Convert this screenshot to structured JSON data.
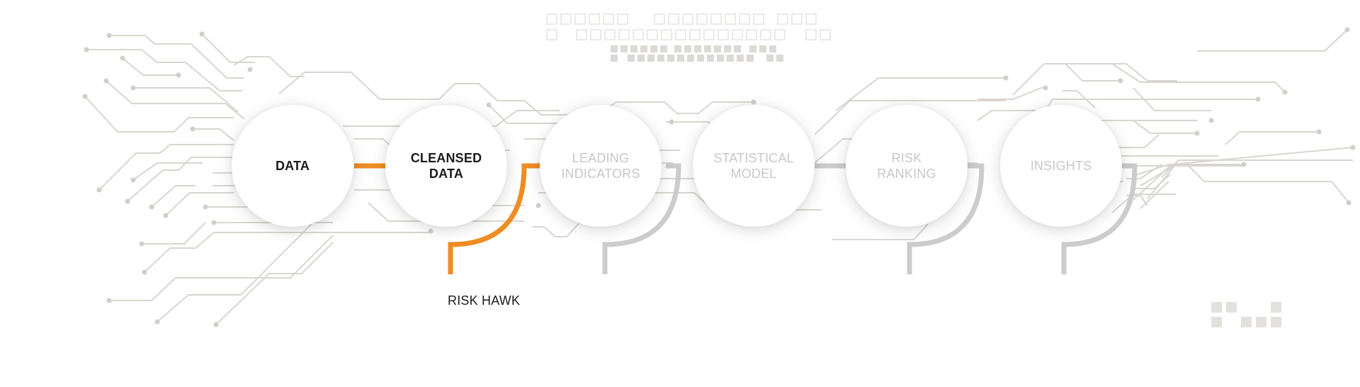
{
  "pipeline": {
    "stages": [
      {
        "label": "DATA",
        "state": "done"
      },
      {
        "label": "CLEANSED\nDATA",
        "state": "done"
      },
      {
        "label": "LEADING\nINDICATORS",
        "state": "pending"
      },
      {
        "label": "STATISTICAL\nMODEL",
        "state": "pending"
      },
      {
        "label": "RISK\nRANKING",
        "state": "pending"
      },
      {
        "label": "INSIGHTS",
        "state": "pending"
      }
    ],
    "product_label": "RISK HAWK"
  },
  "colors": {
    "active": "#f08c22",
    "inactive": "#cccccc",
    "circuit": "#d9d6d1",
    "text_active": "#1b1b1b",
    "text_inactive": "#c8c8c8"
  }
}
